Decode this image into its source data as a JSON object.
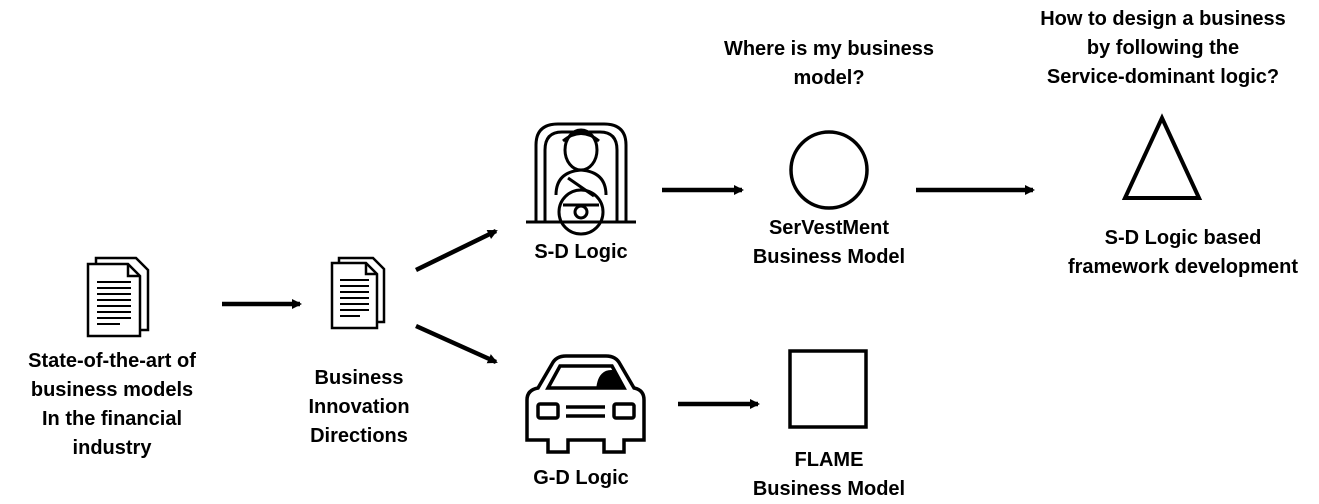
{
  "labels": {
    "state_of_art": "State-of-the-art of\nbusiness models\nIn the financial\nindustry",
    "business_innovation": "Business\nInnovation\nDirections",
    "sd_logic": "S-D Logic",
    "gd_logic": "G-D Logic",
    "where_question": "Where is my business\nmodel?",
    "servestment": "SerVestMent\nBusiness Model",
    "flame": "FLAME\nBusiness Model",
    "how_question": "How to design a business\nby following the\nService-dominant logic?",
    "sd_framework": "S-D Logic based\nframework development"
  },
  "icons": {
    "docs_1": "document-stack-icon",
    "docs_2": "document-stack-icon",
    "driver": "driver-icon",
    "car": "car-icon",
    "circle": "circle-shape",
    "square": "square-shape",
    "triangle": "triangle-shape"
  },
  "colors": {
    "stroke": "#000000",
    "background": "#ffffff"
  }
}
